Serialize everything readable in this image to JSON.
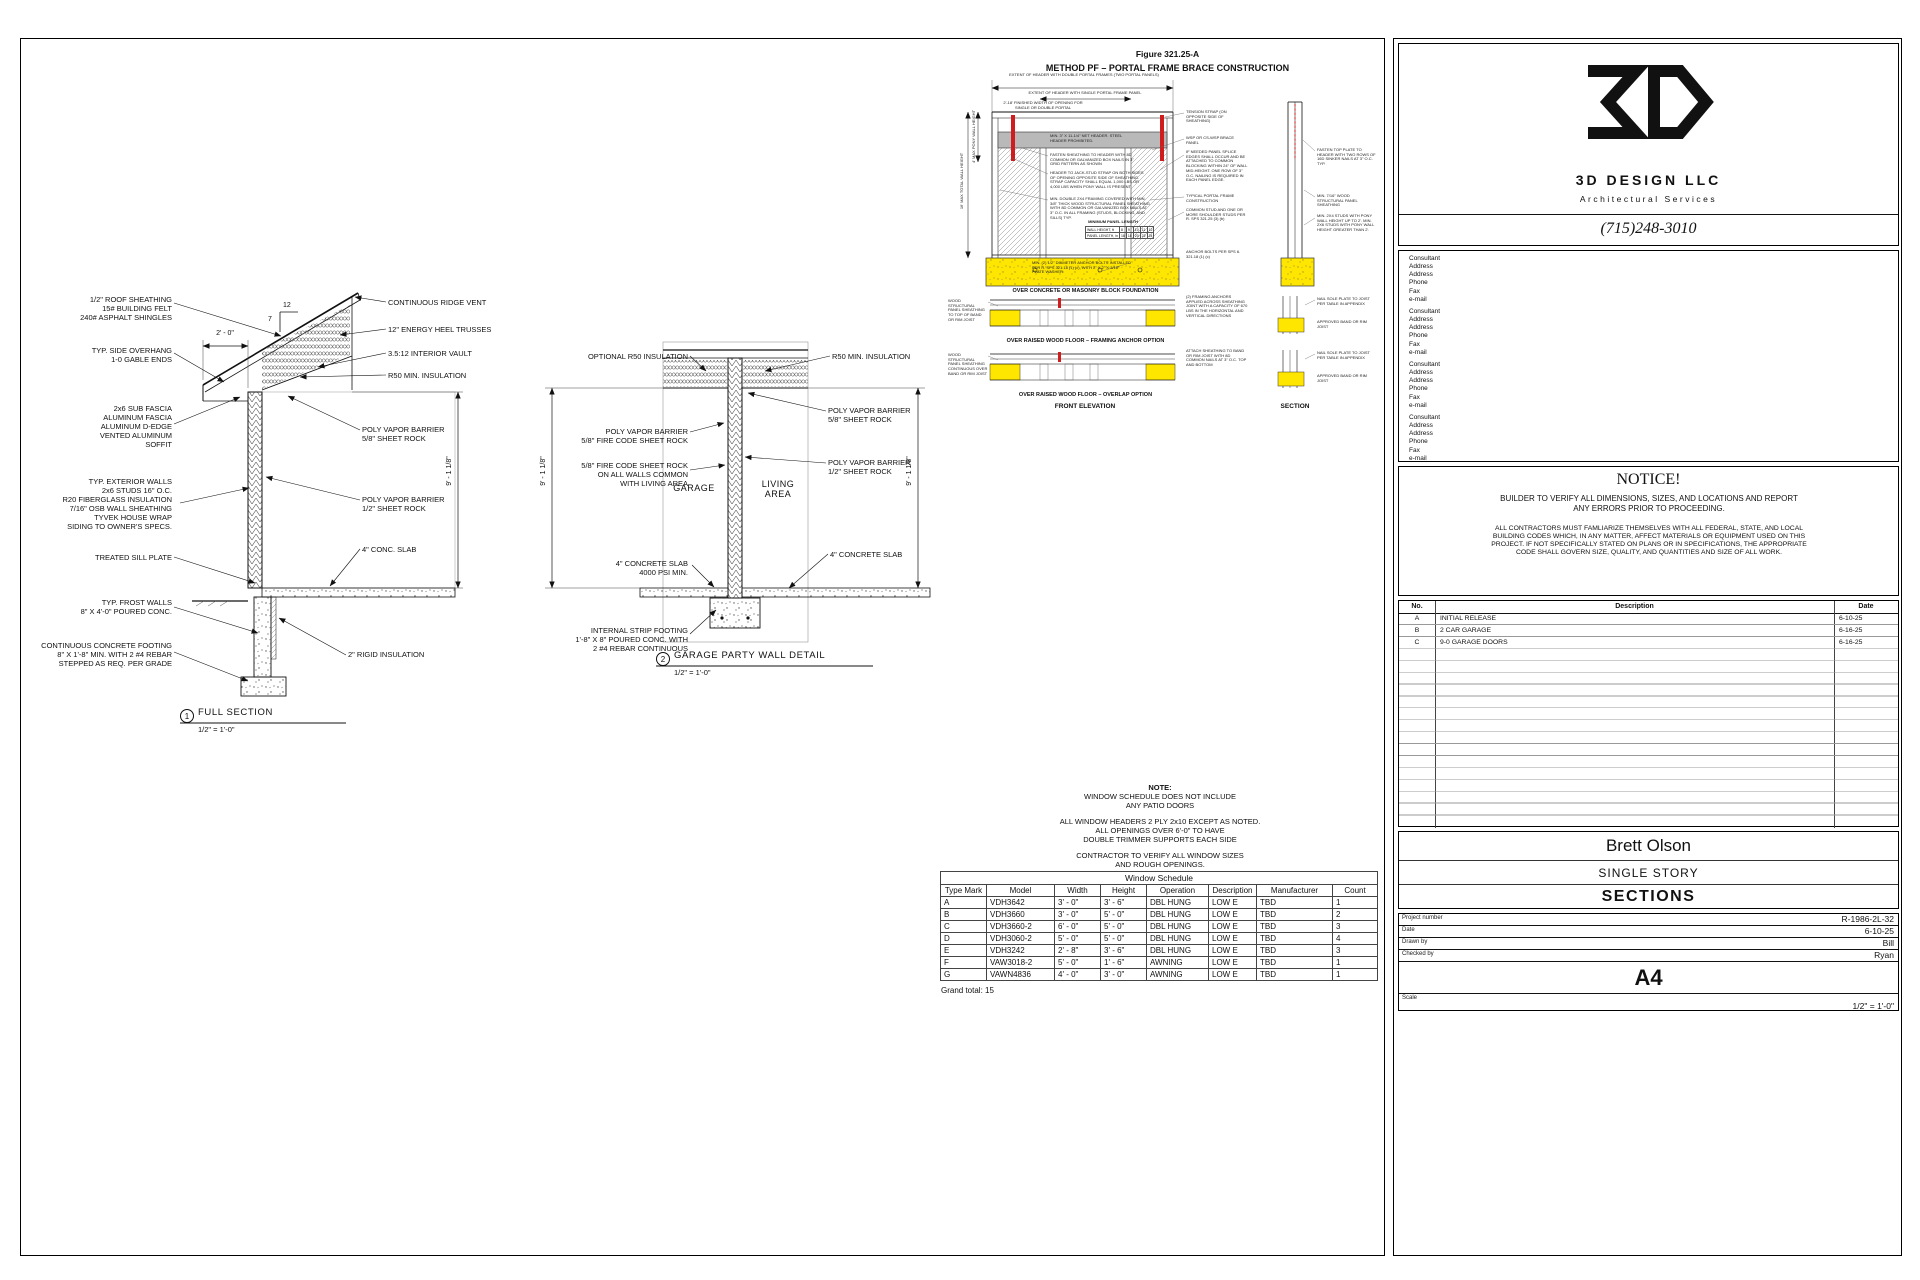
{
  "full_section": {
    "number": "1",
    "title": "FULL SECTION",
    "scale": "1/2\" = 1'-0\"",
    "dim_overhang": "2' - 0\"",
    "slope_rise": "12",
    "slope_run": "7",
    "dim_height": "9' - 1 1/8\"",
    "left_labels": [
      "1/2\" ROOF SHEATHING\n15# BUILDING FELT\n240# ASPHALT SHINGLES",
      "TYP. SIDE OVERHANG\n1-0 GABLE ENDS",
      "2x6 SUB FASCIA\nALUMINUM FASCIA\nALUMINUM D-EDGE\nVENTED ALUMINUM\nSOFFIT",
      "TYP. EXTERIOR WALLS\n2x6 STUDS 16\" O.C.\nR20 FIBERGLASS INSULATION\n7/16\" OSB WALL SHEATHING\nTYVEK HOUSE WRAP\nSIDING TO OWNER'S SPECS.",
      "TREATED SILL PLATE",
      "TYP. FROST WALLS\n8\" X 4'-0\" POURED CONC.",
      "CONTINUOUS CONCRETE FOOTING\n8\" X 1'-8\" MIN. WITH 2 #4 REBAR\nSTEPPED AS REQ. PER GRADE"
    ],
    "right_labels": [
      "CONTINUOUS RIDGE VENT",
      "12\" ENERGY HEEL TRUSSES",
      "3.5:12 INTERIOR VAULT",
      "R50 MIN. INSULATION",
      "POLY VAPOR BARRIER\n5/8\" SHEET ROCK",
      "POLY VAPOR BARRIER\n1/2\" SHEET ROCK",
      "4\" CONC. SLAB",
      "2\" RIGID INSULATION"
    ]
  },
  "garage_detail": {
    "number": "2",
    "title": "GARAGE PARTY WALL DETAIL",
    "scale": "1/2\" = 1'-0\"",
    "dim_height": "9' - 1 1/8\"",
    "room_left": "GARAGE",
    "room_right": "LIVING\nAREA",
    "left_labels": [
      "OPTIONAL R50 INSULATION",
      "POLY VAPOR BARRIER\n5/8\" FIRE CODE SHEET ROCK",
      "5/8\" FIRE CODE SHEET ROCK\nON ALL WALLS COMMON\nWITH LIVING AREA",
      "4\" CONCRETE SLAB\n4000 PSI MIN.",
      "INTERNAL STRIP FOOTING\n1'-8\" X 8\" POURED CONC. WITH\n2 #4 REBAR CONTINUOUS"
    ],
    "right_labels": [
      "R50 MIN. INSULATION",
      "POLY VAPOR BARRIER\n5/8\" SHEET ROCK",
      "POLY VAPOR BARRIER\n1/2\" SHEET ROCK",
      "4\" CONCRETE SLAB"
    ]
  },
  "figure": {
    "title": "Figure 321.25-A",
    "subtitle": "METHOD PF – PORTAL FRAME BRACE CONSTRUCTION",
    "front_elevation": "FRONT ELEVATION",
    "section": "SECTION",
    "over_concrete": "OVER CONCRETE OR MASONRY BLOCK FOUNDATION",
    "over_wood_anchor": "OVER RAISED WOOD FLOOR – FRAMING ANCHOR OPTION",
    "over_wood_overlap": "OVER RAISED WOOD FLOOR – OVERLAP OPTION",
    "panel_table": {
      "title": "MINIMUM PANEL LENGTH",
      "rows": [
        [
          "WALL HEIGHT, ft",
          "8",
          "9",
          "10",
          "11",
          "12"
        ],
        [
          "PANEL LENGTH, in",
          "16",
          "18",
          "20",
          "22",
          "24"
        ]
      ]
    },
    "callouts": [
      "EXTENT OF HEADER WITH DOUBLE PORTAL FRAMES (TWO PORTAL PANELS)",
      "EXTENT OF HEADER WITH SINGLE PORTAL FRAME PANEL",
      "2'-18' FINISHED WIDTH OF OPENING FOR SINGLE OR DOUBLE PORTAL",
      "MIN. 3\" X 11-1/4\" NET HEADER. STEEL HEADER PROHIBITED.",
      "FASTEN SHEATHING TO HEADER WITH 8D COMMON OR GALVANIZED BOX NAILS IN 3\" GRID PATTERN AS SHOWN",
      "HEADER TO JACK-STUD STRAP ON BOTH SIDES OF OPENING OPPOSITE SIDE OF SHEATHING. STRAP CAPACITY SHALL EQUAL 1,000 LBS OR 4,000 LBS WHEN PONY WALL IS PRESENT",
      "MIN. DOUBLE 2X4 FRAMING COVERED WITH MIN. 3/8\" THICK WOOD STRUCTURAL PANEL SHEATHING WITH 8D COMMON OR GALVANIZED BOX NAILS AT 3\" O.C. IN ALL FRAMING (STUDS, BLOCKING, AND SILLS) TYP.",
      "MIN. (2) 1/2\" DIAMETER ANCHOR BOLTS INSTALLED PER R. SPS 321.18 (1) (c), WITH 2\" X 2\" X 3/16\" PLATE WASHER",
      "TENSION STRAP (ON OPPOSITE SIDE OF SHEATHING)",
      "WSP OR CS-WSP BRACE PANEL",
      "IF NEEDED PANEL SPLICE EDGES SHALL OCCUR AND BE ATTACHED TO COMMON BLOCKING WITHIN 24\" OF WALL MID-HEIGHT. ONE ROW OF 3\" O.C. NAILING IS REQUIRED IN EACH PANEL EDGE.",
      "TYPICAL PORTAL FRAME CONSTRUCTION",
      "COMMON STUD AND ONE OR MORE SHOULDER STUDS PER R. SPS 321.25 (3) (b)",
      "ANCHOR BOLTS PER SPS 6. 321.18 (1) (c)",
      "FASTEN TOP PLATE TO HEADER WITH TWO ROWS OF 16D SINKER NAILS AT 3\" O.C. TYP.",
      "MIN. 7/16\" WOOD STRUCTURAL PANEL SHEATHING",
      "MIN. 2X4 STUDS WITH PONY WALL HEIGHT UP TO 2'. MIN. 2X6 STUDS WITH PONY WALL HEIGHT GREATER THAN 2'.",
      "NAIL SOLE PLATE TO JOIST PER TABLE IN APPENDIX",
      "APPROVED BAND OR RIM JOIST",
      "WOOD STRUCTURAL PANEL SHEATHING TO TOP OF BAND OR RIM JOIST",
      "WOOD STRUCTURAL PANEL SHEATHING CONTINUOUS OVER BAND OR RIM JOIST",
      "(2) FRAMING ANCHORS APPLIED ACROSS SHEATHING JOINT WITH A CAPACITY OF 670 LBS IN THE HORIZONTAL AND VERTICAL DIRECTIONS",
      "ATTACH SHEATHING TO BAND OR RIM JOIST WITH 8D COMMON NAILS AT 3\" O.C. TOP AND BOTTOM",
      "NAIL SOLE PLATE TO JOIST PER TABLE IN APPENDIX",
      "APPROVED BAND OR RIM JOIST",
      "4' MAX PONY WALL HEIGHT",
      "16' MAX TOTAL WALL HEIGHT"
    ]
  },
  "notes": {
    "heading": "NOTE:",
    "n1": "WINDOW SCHEDULE DOES NOT INCLUDE\nANY PATIO DOORS",
    "n2": "ALL WINDOW HEADERS 2 PLY 2x10 EXCEPT AS NOTED.\nALL OPENINGS OVER 6'-0\" TO HAVE\nDOUBLE TRIMMER SUPPORTS EACH SIDE",
    "n3": "CONTRACTOR TO VERIFY ALL WINDOW SIZES\nAND ROUGH OPENINGS."
  },
  "schedule": {
    "title": "Window Schedule",
    "headers": [
      "Type Mark",
      "Model",
      "Width",
      "Height",
      "Operation",
      "Description",
      "Manufacturer",
      "Count"
    ],
    "rows": [
      [
        "A",
        "VDH3642",
        "3' - 0\"",
        "3' - 6\"",
        "DBL HUNG",
        "LOW E",
        "TBD",
        "1"
      ],
      [
        "B",
        "VDH3660",
        "3' - 0\"",
        "5' - 0\"",
        "DBL HUNG",
        "LOW E",
        "TBD",
        "2"
      ],
      [
        "C",
        "VDH3660-2",
        "6' - 0\"",
        "5' - 0\"",
        "DBL HUNG",
        "LOW E",
        "TBD",
        "3"
      ],
      [
        "D",
        "VDH3060-2",
        "5' - 0\"",
        "5' - 0\"",
        "DBL HUNG",
        "LOW E",
        "TBD",
        "4"
      ],
      [
        "E",
        "VDH3242",
        "2' - 8\"",
        "3' - 6\"",
        "DBL HUNG",
        "LOW E",
        "TBD",
        "3"
      ],
      [
        "F",
        "VAW3018-2",
        "5' - 0\"",
        "1' - 6\"",
        "AWNING",
        "LOW E",
        "TBD",
        "1"
      ],
      [
        "G",
        "VAWN4836",
        "4' - 0\"",
        "3' - 0\"",
        "AWNING",
        "LOW E",
        "TBD",
        "1"
      ]
    ],
    "grand_total": "Grand total: 15"
  },
  "titleblock": {
    "company": "3D DESIGN LLC",
    "tagline": "Architectural Services",
    "phone": "(715)248-3010",
    "consultant_block": "Consultant\nAddress\nAddress\nPhone\nFax\ne-mail",
    "notice_title": "NOTICE!",
    "notice_p1": "BUILDER TO VERIFY ALL DIMENSIONS, SIZES, AND LOCATIONS AND REPORT ANY ERRORS PRIOR TO PROCEEDING.",
    "notice_p2": "ALL CONTRACTORS MUST FAMLIARIZE THEMSELVES WITH ALL FEDERAL, STATE, AND LOCAL BUILDING CODES WHICH, IN ANY MATTER, AFFECT MATERIALS OR EQUIPMENT USED ON THIS PROJECT. IF NOT SPECIFICALLY STATED ON PLANS OR IN SPECIFICATIONS, THE APPROPRIATE CODE SHALL GOVERN SIZE, QUALITY, AND QUANTITIES AND SIZE OF ALL WORK.",
    "rev_headers": [
      "No.",
      "Description",
      "Date"
    ],
    "rev_rows": [
      [
        "A",
        "INITIAL RELEASE",
        "6-10-25"
      ],
      [
        "B",
        "2 CAR GARAGE",
        "6-16-25"
      ],
      [
        "C",
        "9-0 GARAGE DOORS",
        "6-16-25"
      ]
    ],
    "client": "Brett Olson",
    "project_name": "SINGLE STORY",
    "sheet_name": "SECTIONS",
    "project_number_label": "Project number",
    "project_number": "R-1986-2L-32",
    "date_label": "Date",
    "date": "6-10-25",
    "drawn_label": "Drawn by",
    "drawn": "Bill",
    "checked_label": "Checked by",
    "checked": "Ryan",
    "sheet_number": "A4",
    "scale_label": "Scale",
    "scale_value": "1/2\" = 1'-0\""
  },
  "colors": {
    "highlight": "#ffe600",
    "strap_red": "#cf1d1d"
  }
}
